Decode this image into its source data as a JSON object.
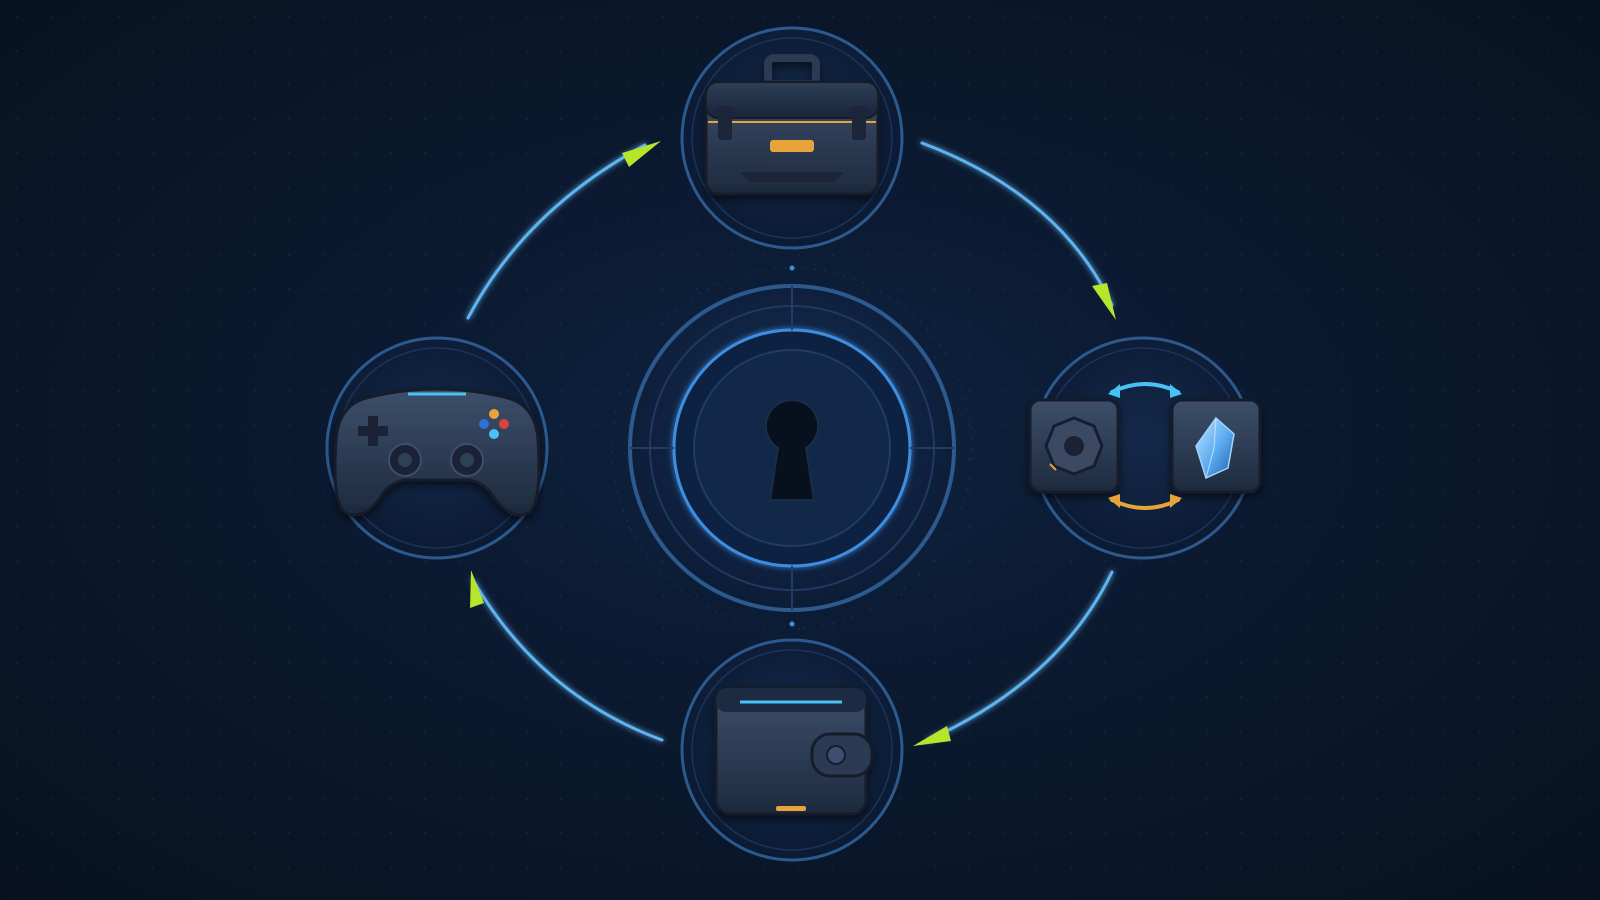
{
  "diagram": {
    "nodes": [
      {
        "id": "vault",
        "icon": "keyhole-lock-icon"
      },
      {
        "id": "inventory",
        "icon": "item-case-icon"
      },
      {
        "id": "trade",
        "icon": "item-swap-icon"
      },
      {
        "id": "wallet",
        "icon": "wallet-icon"
      },
      {
        "id": "game",
        "icon": "gamepad-icon"
      }
    ],
    "flow": [
      "game",
      "inventory",
      "trade",
      "wallet",
      "game"
    ],
    "colors": {
      "background": "#0b1629",
      "ring": "#2c5a8f",
      "ring_glow": "#3d8ee0",
      "flow_line": "#5fb4f0",
      "arrow_head": "#b5e62b",
      "accent_orange": "#e8a43a",
      "accent_blue": "#48c2f5",
      "icon_body": "#26344a"
    }
  }
}
